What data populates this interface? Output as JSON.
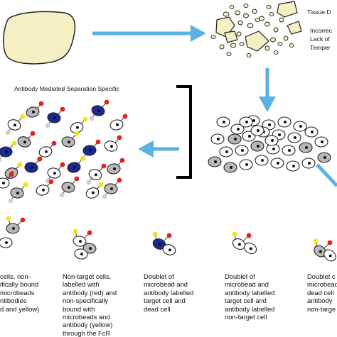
{
  "top_right_labels": {
    "line1": "Tissue D",
    "line2": "Incorrec",
    "line3": "Lack of",
    "line4": "Temper"
  },
  "section_title": "Antibody Mediated Separation Specific",
  "captions": [
    "cells, non-\nifically bound\nmicrobeads\nntibodies\nd and yellow)",
    "Non-target cells,\nlabelled with\nantibody (red) and\nnon-specifically\nbound with\nmicrobeads and\nantibody (yellow)\nthrough the FcR",
    "Doublet of\nmicrobead and\nantibody labelled\ntarget cell and\ndead cell",
    "Doublet of\nmicrobead and\nantibody labelled\ntarget cell and\nantibody labelled\nnon-target cell",
    "Doublet c\nmicrobead\ndead cell\nantibody\nnon-targe"
  ],
  "colors": {
    "tissue_fill": "#f5f0c4",
    "arrow": "#59b2e0",
    "dead_cell": "#b8b8b8",
    "live_cell": "#ffffff",
    "target_cell": "#1a2a8f",
    "antibody_red": "#e2231a",
    "antibody_yellow": "#f2e313",
    "bracket": "#000000"
  }
}
